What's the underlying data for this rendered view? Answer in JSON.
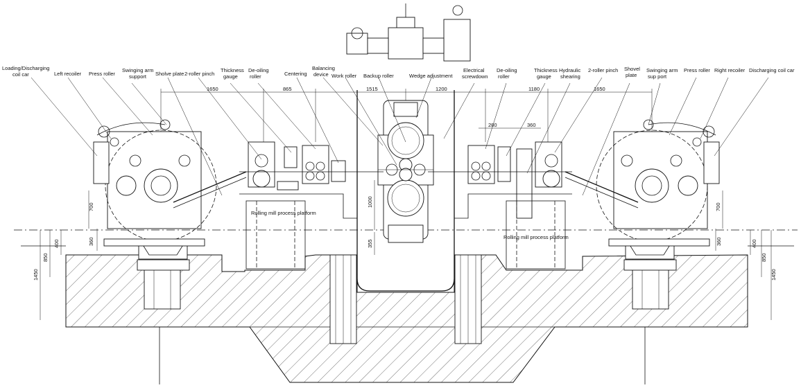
{
  "labels": {
    "loading_car": [
      "Loading/Discharging",
      "coil car"
    ],
    "left_recoiler": "Left recoiler",
    "press_roller_left": "Press roller",
    "swing_arm_left": [
      "Swinging arm",
      "support"
    ],
    "shovel_plate_left": "Sholve plate",
    "pinch_left": "2-roller pinch",
    "thickness_gauge_left": [
      "Thickness",
      "gauge"
    ],
    "deoiling_left": [
      "De-oiling",
      "roller"
    ],
    "centering": "Centering",
    "balancing": [
      "Balancing",
      "device"
    ],
    "work_roller": "Work roller",
    "backup_roller": "Backup roller",
    "wedge_adjustment": "Wedge adjustment",
    "electrical_screwdown": [
      "Electrical",
      "screwdown"
    ],
    "deoiling_right": [
      "De-oiling",
      "roller"
    ],
    "thickness_gauge_right": [
      "Thickness",
      "gauge"
    ],
    "hydraulic_shearing": [
      "Hydraulic",
      "shearing"
    ],
    "pinch_right": "2-roller pinch",
    "shovel_plate_right": [
      "Shovel",
      "plate"
    ],
    "swing_arm_right": [
      "Swinging arm",
      "sup port"
    ],
    "press_roller_right": "Press roller",
    "right_recoiler": "Right recoiler",
    "discharging_car": "Discharging coil car",
    "platform_left": "Rolling mill process platform",
    "platform_right": "Rolling mill process platform"
  },
  "dimensions": {
    "top_1650_left": "1650",
    "top_865": "865",
    "top_1515": "1515",
    "top_1200": "1200",
    "top_1180": "1180",
    "top_1650_right": "1650",
    "d_280": "280",
    "d_360_top": "360",
    "h_700_left": "700",
    "h_360_left": "360",
    "h_400_left": "400",
    "h_850_left": "850",
    "h_1450_left": "1450",
    "h_1000": "1000",
    "h_355": "355",
    "h_700_right": "700",
    "h_360_right": "360",
    "h_400_right": "400",
    "h_850_right": "850",
    "h_1450_right": "1450"
  },
  "colors": {
    "line": "#111111",
    "background": "#ffffff"
  }
}
